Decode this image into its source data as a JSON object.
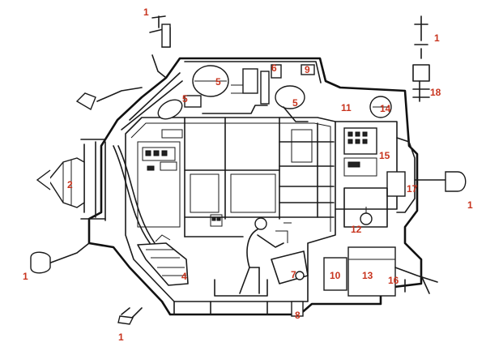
{
  "diagram": {
    "labels": {
      "thruster_top_left": "1",
      "thruster_top_right": "1",
      "thruster_left": "1",
      "thruster_bottom_left": "1",
      "thruster_right": "1",
      "docking_port": "2",
      "frame_item": "4",
      "tank_upper_left": "5",
      "tank_upper_mid": "5",
      "tank_upper_right": "5",
      "top_unit": "6",
      "seat_unit": "7",
      "bottom_unit": "8",
      "roof_unit": "9",
      "rear_bay": "10",
      "top_right_bay": "11",
      "wall_unit": "12",
      "lower_tank": "13",
      "round_tank": "14",
      "control_panel": "15",
      "leg": "16",
      "side_port": "17",
      "antenna_stack": "18"
    },
    "colors": {
      "line": "#1a1a1a",
      "callout": "#c8341e",
      "background": "#ffffff"
    }
  }
}
